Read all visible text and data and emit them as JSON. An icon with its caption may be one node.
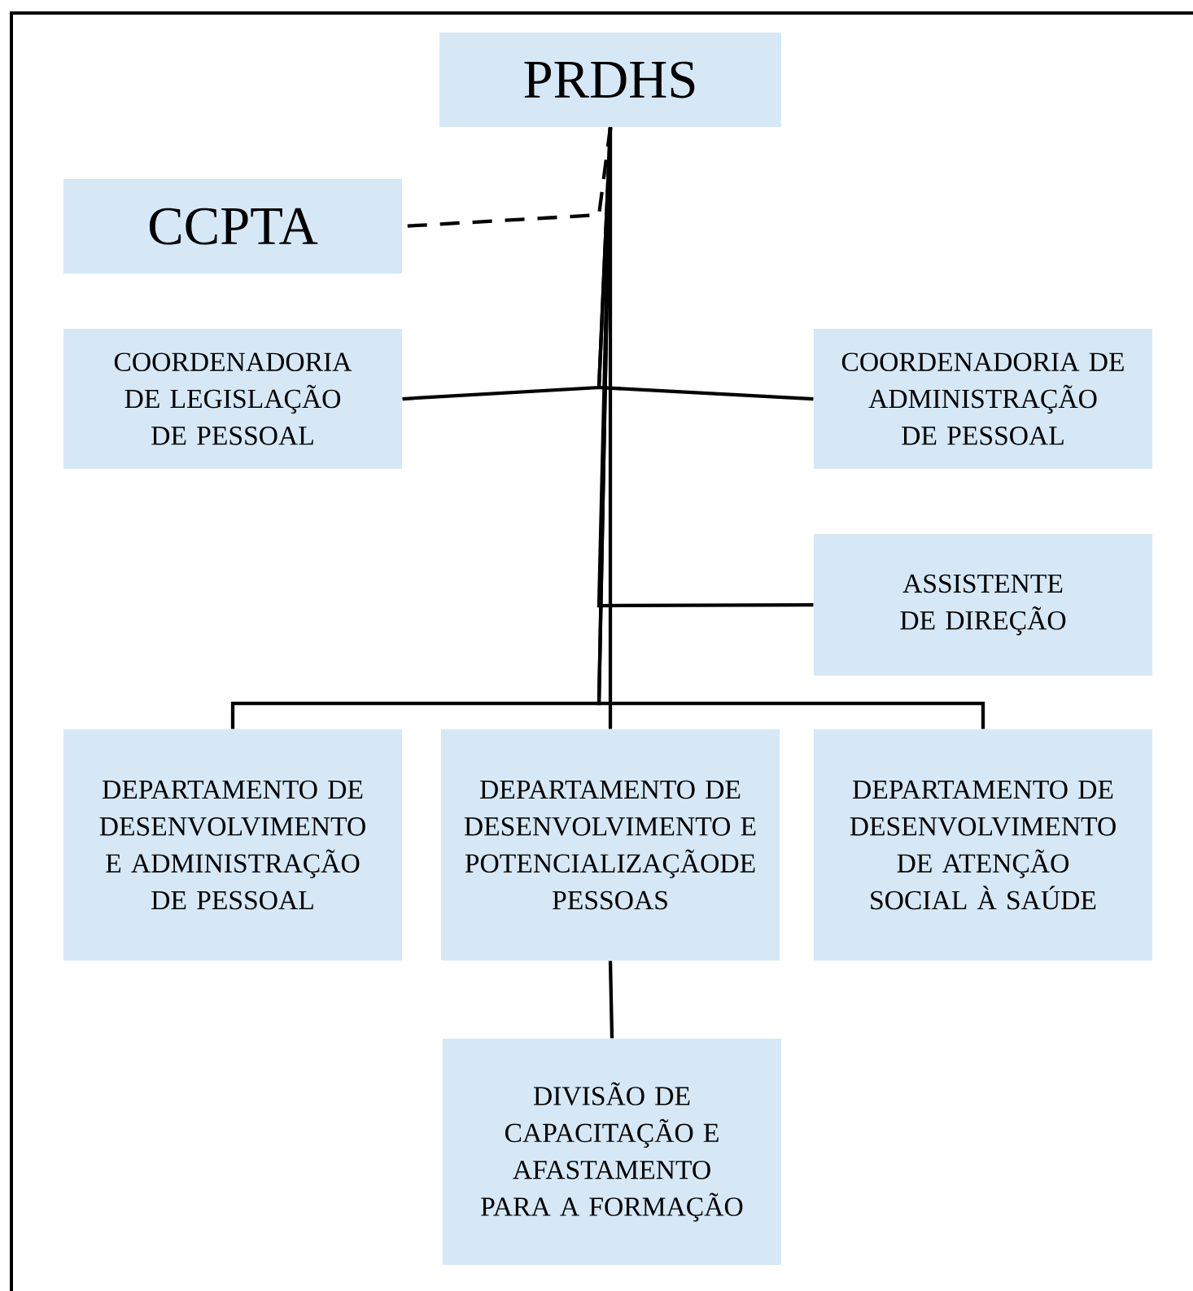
{
  "diagram": {
    "nodes": [
      {
        "text": [
          "PRDHS"
        ]
      },
      {
        "text": [
          "CCPTA"
        ]
      },
      {
        "text": [
          "COORDENADORIA DE LEGISLAÇÃO DE PESSOAL"
        ]
      },
      {
        "text": [
          "COORDENADORIA DE ADMINISTRAÇÃO DE PESSOAL"
        ]
      },
      {
        "text": [
          "ASSISTENTE DE DIREÇÃO"
        ]
      },
      {
        "text": [
          "DEPARTAMENTO DE DESENVOLVIMENTO E ADMINISTRAÇÃO DE PESSOAL"
        ]
      },
      {
        "text": [
          "DEPARTAMENTO DE DESENVOLVIMENTO E POTENCIALIZAÇÃODE PESSOAS"
        ]
      },
      {
        "text": [
          "DEPARTAMENTO DE DESENVOLVIMENTO DE ATENÇÃO SOCIAL À SAÚDE"
        ]
      },
      {
        "text": [
          "DIVISÃO DE CAPACITAÇÃO E AFASTAMENTO PARA A FORMAÇÃO"
        ]
      }
    ],
    "edges": [
      {
        "from": 0,
        "to": 1,
        "arrow": "none",
        "style": "dashed"
      },
      {
        "from": 0,
        "to": 2,
        "arrow": "none"
      },
      {
        "from": 0,
        "to": 3,
        "arrow": "none"
      },
      {
        "from": 0,
        "to": 4,
        "arrow": "none"
      },
      {
        "from": 0,
        "to": 5,
        "arrow": "none"
      },
      {
        "from": 0,
        "to": 6,
        "arrow": "none"
      },
      {
        "from": 0,
        "to": 7,
        "arrow": "none"
      },
      {
        "from": 6,
        "to": 8,
        "arrow": "none"
      }
    ]
  }
}
